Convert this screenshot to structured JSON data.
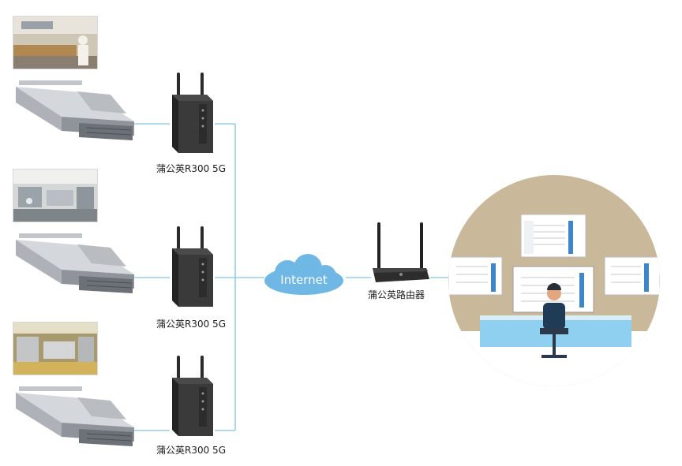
{
  "gateways": [
    {
      "label": "蒲公英R300 5G"
    },
    {
      "label": "蒲公英R300 5G"
    },
    {
      "label": "蒲公英R300 5G"
    }
  ],
  "cloud": {
    "label": "Internet"
  },
  "router": {
    "label": "蒲公英路由器"
  },
  "colors": {
    "line": "#7fc4e8",
    "cloud": "#6fb8e6",
    "circle_bg": "#c9b99a",
    "desk": "#8fd0f0"
  }
}
